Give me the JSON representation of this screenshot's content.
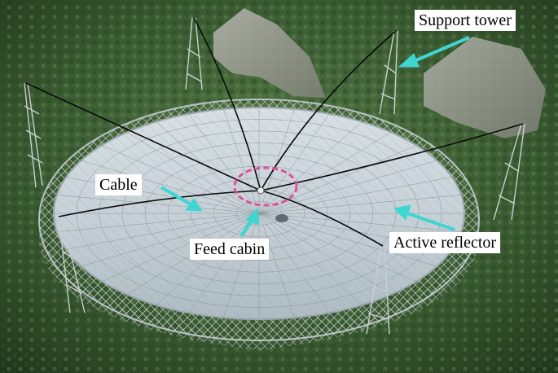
{
  "labels": {
    "support_tower": "Support tower",
    "cable": "Cable",
    "feed_cabin": "Feed cabin",
    "active_reflector": "Active reflector"
  },
  "colors": {
    "forest_dark": "#243d20",
    "forest_mid": "#3f6335",
    "forest_light": "#6b8a54",
    "rock": "#9a9c92",
    "dish": "#c9d4da",
    "dish_edge": "#aab6bd",
    "mesh": "#7f8b92",
    "ring_frame": "#b4bcbf",
    "cable": "#0a0a0a",
    "arrow": "#3fd6d2",
    "feed_circle": "#e0509a"
  },
  "icons": {
    "arrow": "cyan-pointer-arrow",
    "feed_marker": "dashed-circle"
  }
}
